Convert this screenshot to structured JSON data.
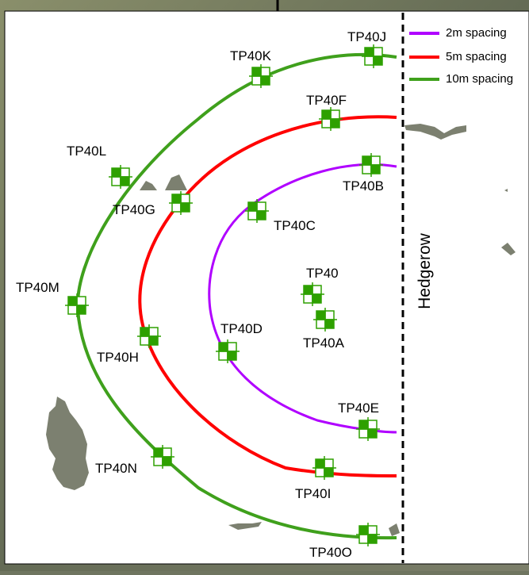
{
  "legend": [
    {
      "label": "2m spacing",
      "color": "#b000ff"
    },
    {
      "label": "5m spacing",
      "color": "#ff0000"
    },
    {
      "label": "10m spacing",
      "color": "#3fa01c"
    }
  ],
  "boundary_label": "Hedgerow",
  "points": {
    "TP40": "TP40",
    "TP40A": "TP40A",
    "TP40B": "TP40B",
    "TP40C": "TP40C",
    "TP40D": "TP40D",
    "TP40E": "TP40E",
    "TP40F": "TP40F",
    "TP40G": "TP40G",
    "TP40H": "TP40H",
    "TP40I": "TP40I",
    "TP40J": "TP40J",
    "TP40K": "TP40K",
    "TP40L": "TP40L",
    "TP40M": "TP40M",
    "TP40N": "TP40N",
    "TP40O": "TP40O"
  },
  "colors": {
    "marker": "#2ea000",
    "page": "#ffffff",
    "hedgerow_line": "#000000"
  }
}
